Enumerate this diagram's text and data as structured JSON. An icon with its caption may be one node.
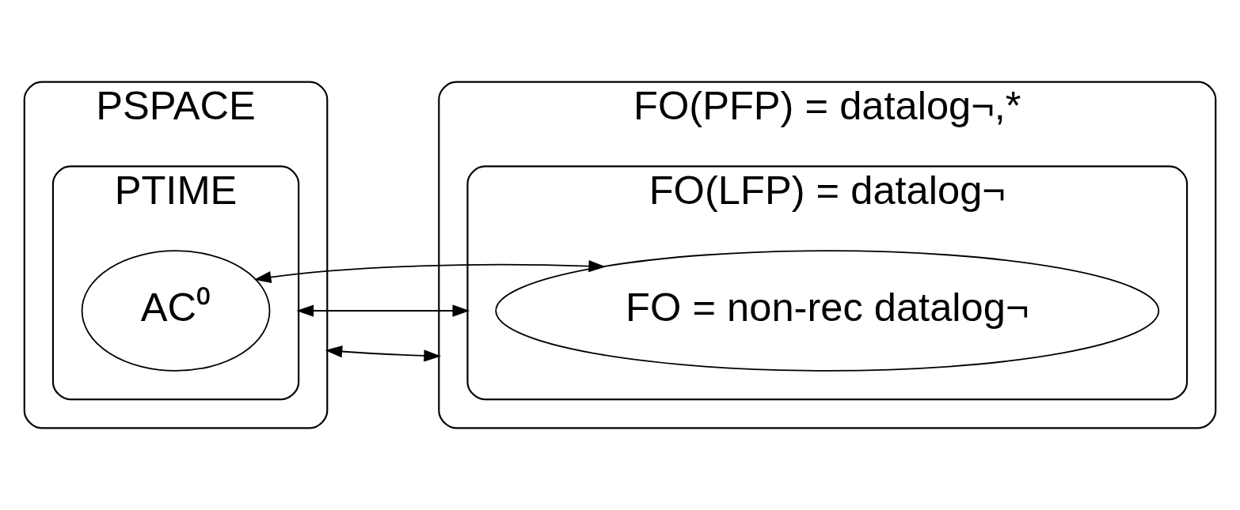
{
  "diagram": {
    "nodes": [
      {
        "text": [
          "PSPACE"
        ]
      },
      {
        "text": [
          "PTIME"
        ],
        "in": 0
      },
      {
        "text": [
          "AC⁰"
        ],
        "in": 1
      },
      {
        "text": [
          "FO(PFP) = datalog¬,*"
        ]
      },
      {
        "text": [
          "FO(LFP) = datalog¬"
        ],
        "in": 3
      },
      {
        "text": [
          "FO = non-rec datalog¬"
        ],
        "in": 4
      }
    ],
    "edges": [
      {
        "from": 0,
        "to": 3,
        "arrow": "both"
      },
      {
        "from": 1,
        "to": 4,
        "arrow": "both"
      },
      {
        "from": 2,
        "to": 5,
        "arrow": "both"
      }
    ]
  }
}
